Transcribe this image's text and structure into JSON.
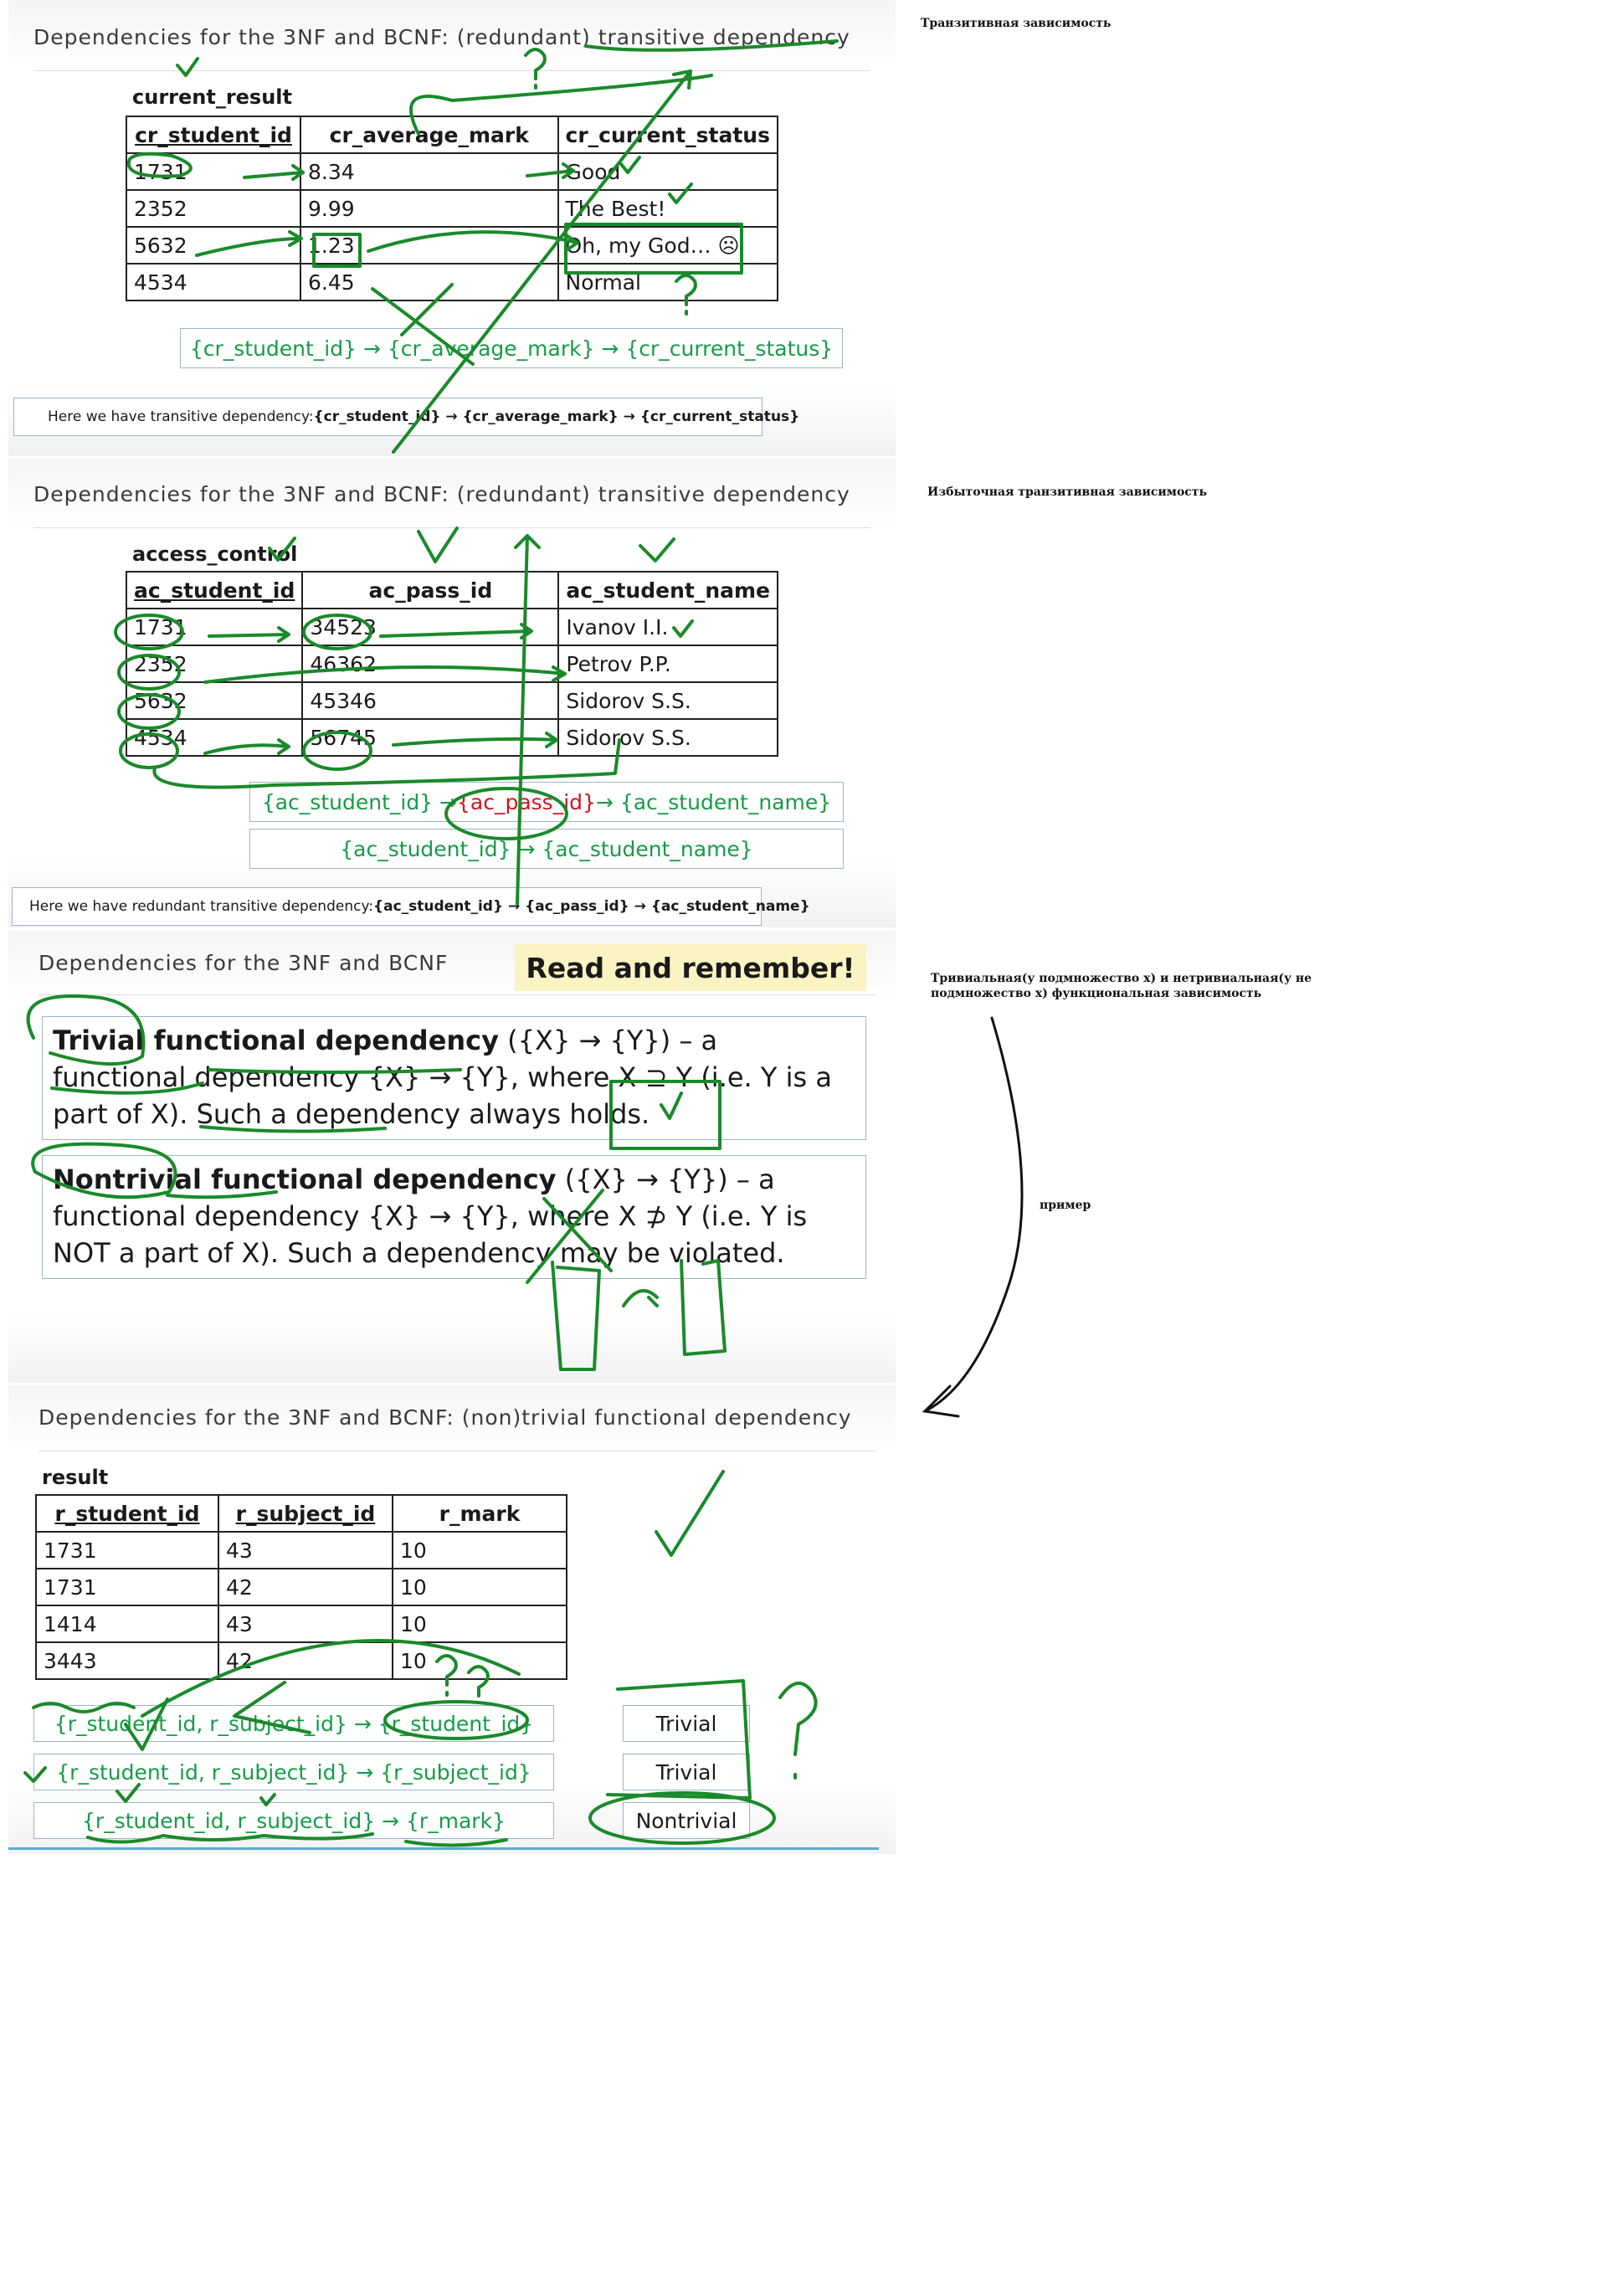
{
  "slides": [
    {
      "title": "Dependencies for the 3NF and BCNF: (redundant) transitive dependency",
      "table_name": "current_result",
      "columns": [
        "cr_student_id",
        "cr_average_mark",
        "cr_current_status"
      ],
      "rows": [
        [
          "1731",
          "8.34",
          "Good"
        ],
        [
          "2352",
          "9.99",
          "The Best!"
        ],
        [
          "5632",
          "1.23",
          "Oh, my God… ☹"
        ],
        [
          "4534",
          "6.45",
          "Normal"
        ]
      ],
      "dependency": "{cr_student_id} → {cr_average_mark} → {cr_current_status}",
      "note_prefix": "Here we have transitive dependency: ",
      "note_bold": "{cr_student_id} → {cr_average_mark} → {cr_current_status}"
    },
    {
      "title": "Dependencies for the 3NF and BCNF: (redundant) transitive dependency",
      "table_name": "access_control",
      "columns": [
        "ac_student_id",
        "ac_pass_id",
        "ac_student_name"
      ],
      "rows": [
        [
          "1731",
          "34523",
          "Ivanov I.I."
        ],
        [
          "2352",
          "46362",
          "Petrov P.P."
        ],
        [
          "5632",
          "45346",
          "Sidorov S.S."
        ],
        [
          "4534",
          "56745",
          "Sidorov S.S."
        ]
      ],
      "dep1_left": "{ac_student_id} → ",
      "dep1_red": "{ac_pass_id}",
      "dep1_right": " → {ac_student_name}",
      "dep2": "{ac_student_id} → {ac_student_name}",
      "note_prefix": "Here we have redundant transitive dependency: ",
      "note_bold": "{ac_student_id} → {ac_pass_id} → {ac_student_name}"
    },
    {
      "title": "Dependencies for the 3NF and BCNF",
      "callout": "Read and remember!",
      "trivial_term": "Trivial functional dependency",
      "trivial_text": " ({X} → {Y}) – a functional dependency {X} → {Y}, where X ⊇ Y (i.e. Y is a part of X). Such a dependency always holds.",
      "nontrivial_term": "Nontrivial functional dependency",
      "nontrivial_text": " ({X} → {Y}) – a functional dependency {X} → {Y}, where X ⊅ Y (i.e. Y is NOT a part of X). Such a dependency may be violated."
    },
    {
      "title": "Dependencies for the 3NF and BCNF: (non)trivial functional dependency",
      "table_name": "result",
      "columns": [
        "r_student_id",
        "r_subject_id",
        "r_mark"
      ],
      "rows": [
        [
          "1731",
          "43",
          "10"
        ],
        [
          "1731",
          "42",
          "10"
        ],
        [
          "1414",
          "43",
          "10"
        ],
        [
          "3443",
          "42",
          "10"
        ]
      ],
      "deps": [
        {
          "expr": "{r_student_id, r_subject_id} → {r_student_id}",
          "label": "Trivial"
        },
        {
          "expr": "{r_student_id, r_subject_id} → {r_subject_id}",
          "label": "Trivial"
        },
        {
          "expr": "{r_student_id, r_subject_id} → {r_mark}",
          "label": "Nontrivial"
        }
      ]
    }
  ],
  "side_notes": {
    "note1": "Транзитивная зависимость",
    "note2": "Избыточная транзитивная зависимость",
    "note3": "Тривиальная(у подмножество x) и нетривиальная(у не подмножество x) функциональная зависимость",
    "note4": "пример"
  },
  "colors": {
    "ink": "#1a8a2a",
    "dep_text": "#169c45",
    "red": "#d0141e",
    "callout_bg": "#fbf3c2",
    "box_border": "#9bb6c9"
  }
}
